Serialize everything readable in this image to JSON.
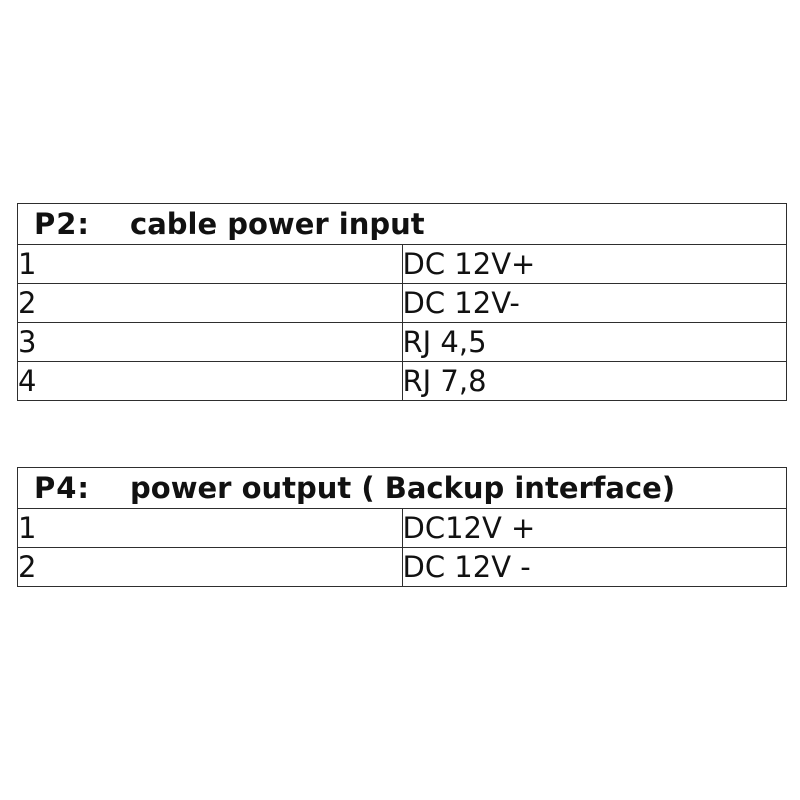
{
  "page": {
    "background": "#ffffff",
    "text_color": "#111111",
    "border_color": "#2e2e2e"
  },
  "tables": [
    {
      "code": "P2:",
      "title": "cable power input",
      "rows": [
        {
          "pin": "1",
          "desc": "DC 12V+"
        },
        {
          "pin": "2",
          "desc": "DC 12V-"
        },
        {
          "pin": "3",
          "desc": "RJ 4,5"
        },
        {
          "pin": "4",
          "desc": "RJ 7,8"
        }
      ]
    },
    {
      "code": "P4:",
      "title": "power output ( Backup interface)",
      "rows": [
        {
          "pin": "1",
          "desc": "DC12V +"
        },
        {
          "pin": "2",
          "desc": "DC 12V -"
        }
      ]
    }
  ]
}
